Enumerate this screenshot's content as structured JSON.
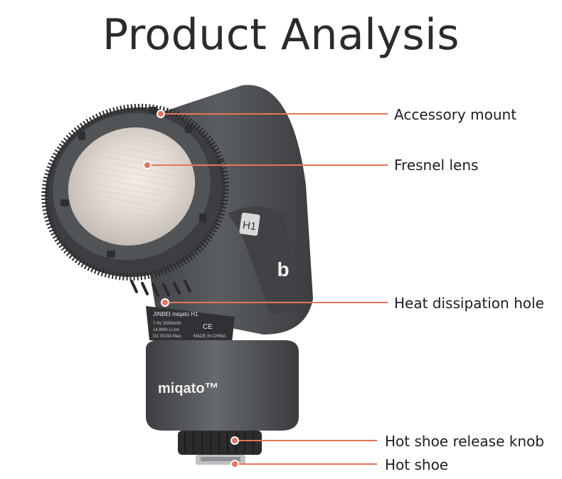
{
  "title": "Product Analysis",
  "product": {
    "model_tag": "H1",
    "brand_logo": "miqato™",
    "badge_letter": "b",
    "spec_label": {
      "line1": "JINBEI miqato H1",
      "line2": "7.4V 2000mAh",
      "line3": "14.8Wh Li-ion",
      "line4": "DC 5V/3A Max.",
      "made_in": "MADE IN CHINA",
      "ce": "CE"
    }
  },
  "callouts": [
    {
      "label": "Accessory mount"
    },
    {
      "label": "Fresnel lens"
    },
    {
      "label": "Heat dissipation hole"
    },
    {
      "label": "Hot shoe release knob"
    },
    {
      "label": "Hot shoe"
    }
  ],
  "colors": {
    "accent": "#e8735a",
    "body_dark": "#4a4c4f",
    "title_text": "#2b2b2b"
  }
}
